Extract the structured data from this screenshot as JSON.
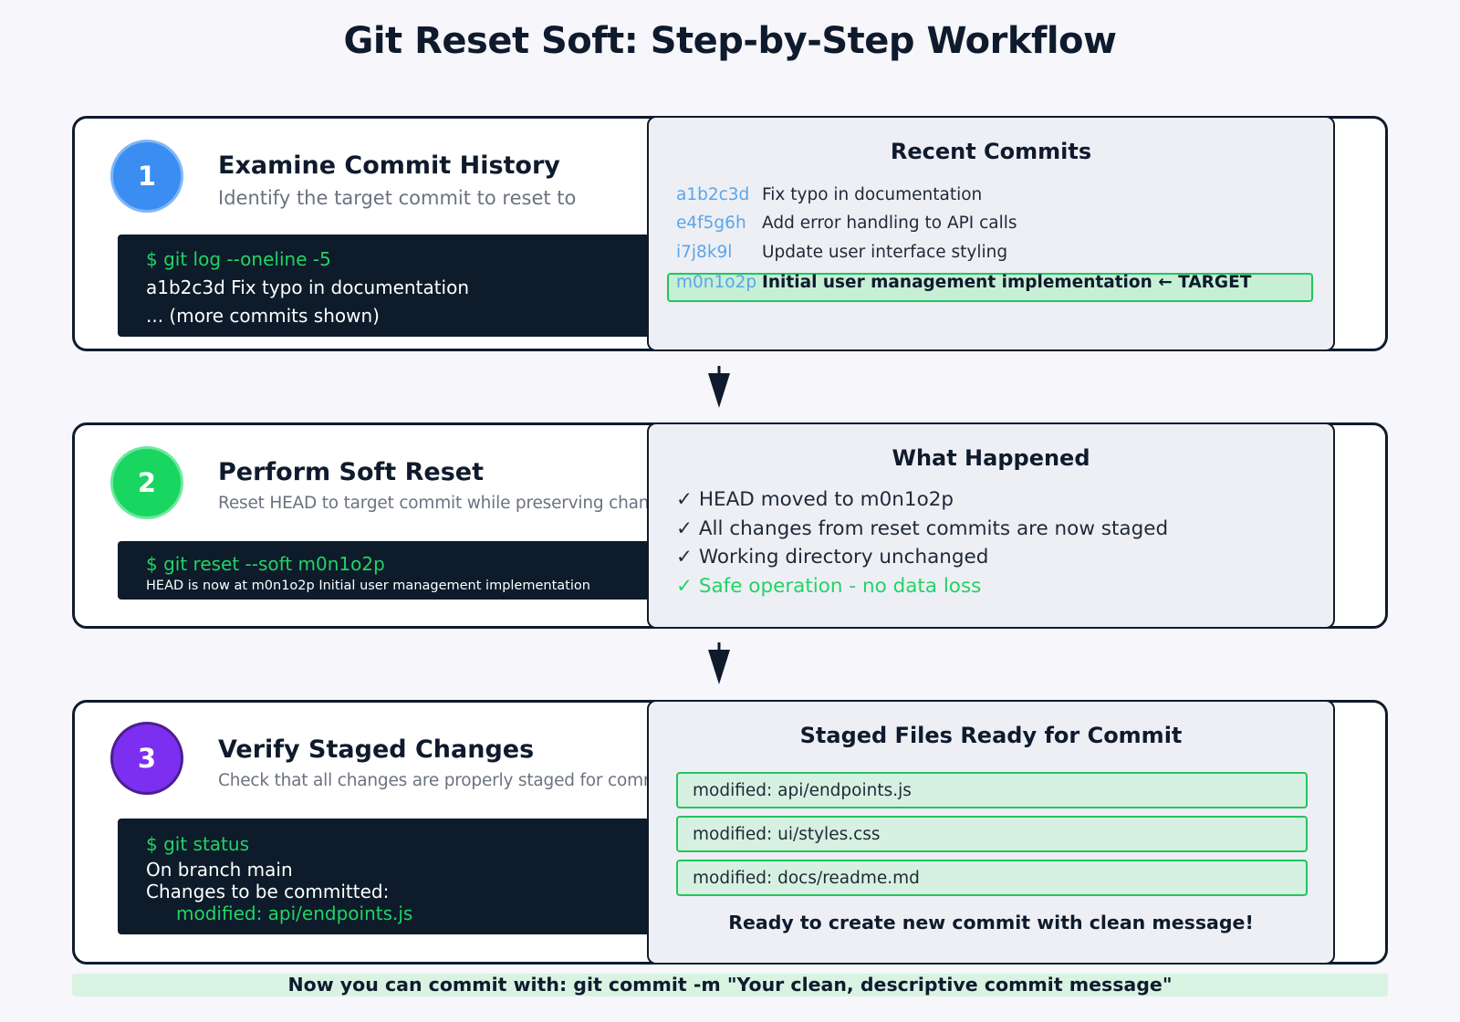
{
  "title": "Git Reset Soft: Step-by-Step Workflow",
  "steps": [
    {
      "number": "1",
      "title": "Examine Commit History",
      "subtitle": "Identify the target commit to reset to",
      "terminal": {
        "command": "$ git log --oneline -5",
        "output": [
          "a1b2c3d Fix typo in documentation",
          "... (more commits shown)"
        ]
      },
      "panel": {
        "title": "Recent Commits",
        "commits": [
          {
            "hash": "a1b2c3d",
            "message": "Fix typo in documentation"
          },
          {
            "hash": "e4f5g6h",
            "message": "Add error handling to API calls"
          },
          {
            "hash": "i7j8k9l",
            "message": "Update user interface styling"
          },
          {
            "hash": "m0n1o2p",
            "message": "Initial user management implementation ← TARGET"
          }
        ]
      },
      "color": "#3b8df1"
    },
    {
      "number": "2",
      "title": "Perform Soft Reset",
      "subtitle": "Reset HEAD to target commit while preserving changes",
      "terminal": {
        "command": "$ git reset --soft m0n1o2p",
        "output": [
          "HEAD is now at m0n1o2p Initial user management implementation"
        ]
      },
      "panel": {
        "title": "What Happened",
        "items": [
          "✓ HEAD moved to m0n1o2p",
          "✓ All changes from reset commits are now staged",
          "✓ Working directory unchanged",
          "✓ Safe operation - no data loss"
        ]
      },
      "color": "#18d65f"
    },
    {
      "number": "3",
      "title": "Verify Staged Changes",
      "subtitle": "Check that all changes are properly staged for commit",
      "terminal": {
        "command": "$ git status",
        "output": [
          "On branch main",
          "Changes to be committed:",
          "modified: api/endpoints.js"
        ]
      },
      "panel": {
        "title": "Staged Files Ready for Commit",
        "files": [
          "modified: api/endpoints.js",
          "modified: ui/styles.css",
          "modified: docs/readme.md"
        ],
        "note": "Ready to create new commit with clean message!"
      },
      "color": "#7c2ff0"
    }
  ],
  "footer": "Now you can commit with: git commit -m \"Your clean, descriptive commit message\"",
  "colors": {
    "accent_green": "#22c55e",
    "terminal_bg": "#0d1b2a",
    "hash_blue": "#5aa5ea"
  }
}
